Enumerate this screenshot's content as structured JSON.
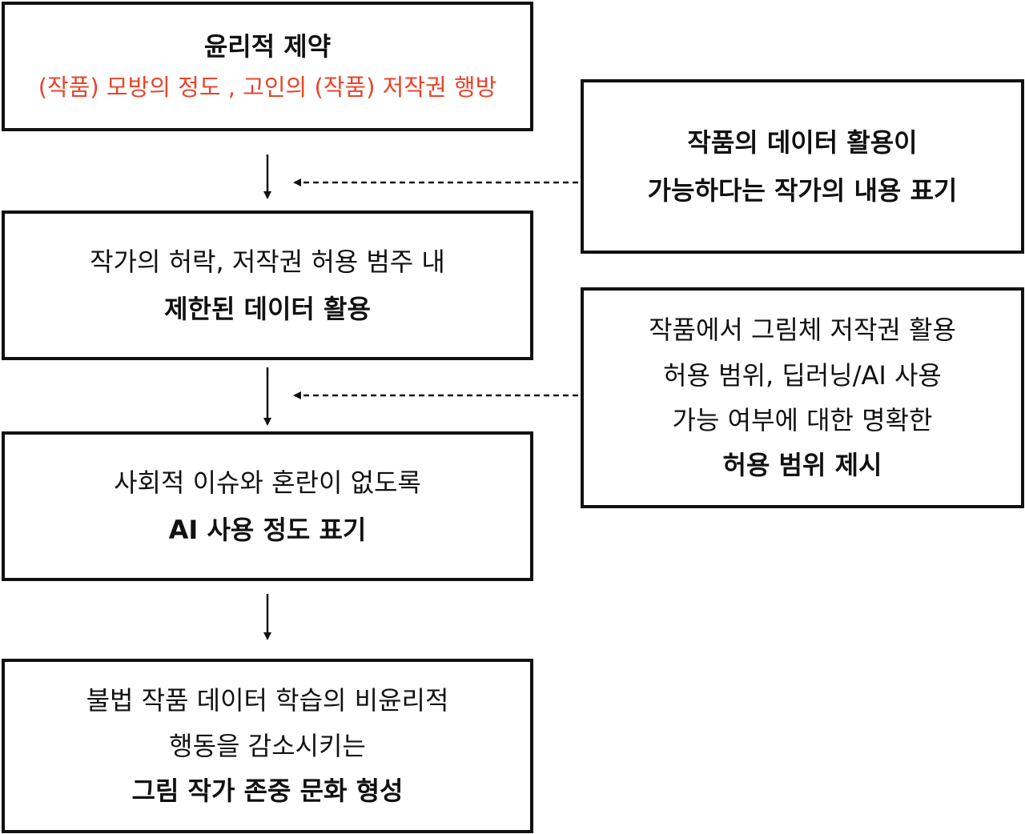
{
  "left_column": {
    "ethics": {
      "title": "윤리적 제약",
      "subtitle": "(작품) 모방의 정도 , 고인의 (작품) 저작권 행방"
    },
    "consent": {
      "line1": "작가의 허락, 저작권 허용 범주 내",
      "line2": "제한된 데이터 활용"
    },
    "disclosure": {
      "line1": "사회적 이슈와 혼란이 없도록",
      "line2": "AI 사용 정도 표기"
    },
    "culture": {
      "line1": "불법 작품 데이터 학습의 비윤리적",
      "line2": "행동을 감소시키는",
      "line3": "그림 작가 존중 문화 형성"
    }
  },
  "right_column": {
    "artist_note": {
      "line1": "작품의 데이터 활용이",
      "line2": "가능하다는 작가의 내용 표기"
    },
    "scope": {
      "line1": "작품에서 그림체 저작권 활용",
      "line2": "허용 범위, 딥러닝/AI 사용",
      "line3": "가능 여부에 대한 명확한",
      "line4": "허용 범위 제시"
    }
  },
  "colors": {
    "border": "#111111",
    "accent": "#e8442b"
  }
}
